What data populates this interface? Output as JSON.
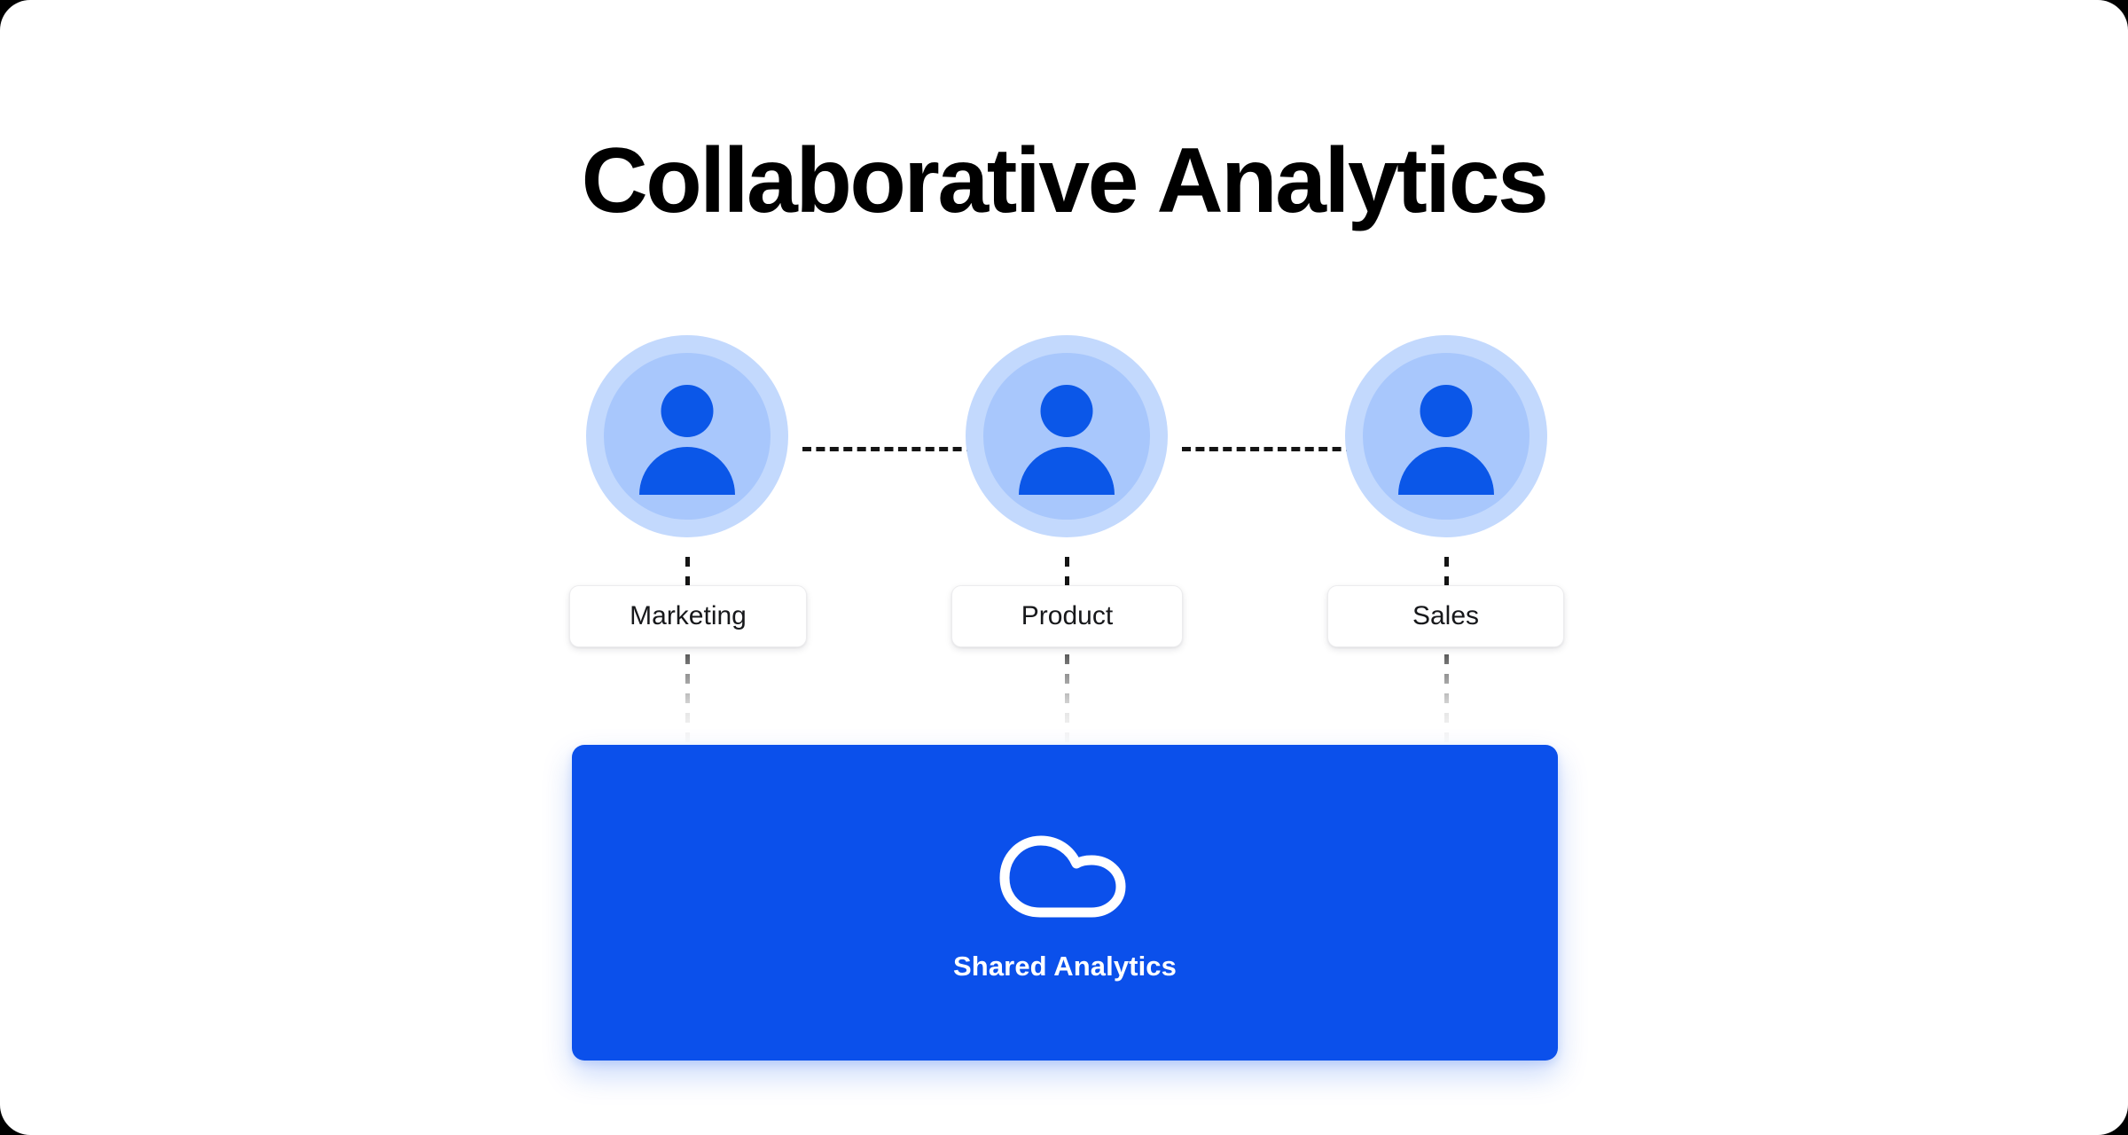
{
  "page": {
    "title": "Collaborative Analytics",
    "background_color": "#ffffff",
    "frame_color": "#000000"
  },
  "colors": {
    "accent_blue": "#0b50eb",
    "avatar_glyph_blue": "#0b57e8",
    "avatar_inner_circle": "#a8c7fc",
    "avatar_outer_ring": "#c3d9fd",
    "connector_line": "#141414",
    "pill_background": "#ffffff",
    "pill_border": "#ececee",
    "title_text": "#000000",
    "panel_text": "#ffffff"
  },
  "diagram": {
    "type": "hub-and-spoke",
    "nodes": [
      {
        "id": "marketing",
        "label": "Marketing",
        "icon": "user-avatar-icon"
      },
      {
        "id": "product",
        "label": "Product",
        "icon": "user-avatar-icon"
      },
      {
        "id": "sales",
        "label": "Sales",
        "icon": "user-avatar-icon"
      }
    ],
    "peer_connections": [
      {
        "from": "marketing",
        "to": "product",
        "style": "dashed"
      },
      {
        "from": "product",
        "to": "sales",
        "style": "dashed"
      }
    ],
    "hub_connections": [
      {
        "from": "marketing",
        "to": "shared-analytics",
        "style": "dashed-fade"
      },
      {
        "from": "product",
        "to": "shared-analytics",
        "style": "dashed-fade"
      },
      {
        "from": "sales",
        "to": "shared-analytics",
        "style": "dashed-fade"
      }
    ],
    "hub": {
      "id": "shared-analytics",
      "label": "Shared Analytics",
      "icon": "cloud-icon"
    }
  }
}
